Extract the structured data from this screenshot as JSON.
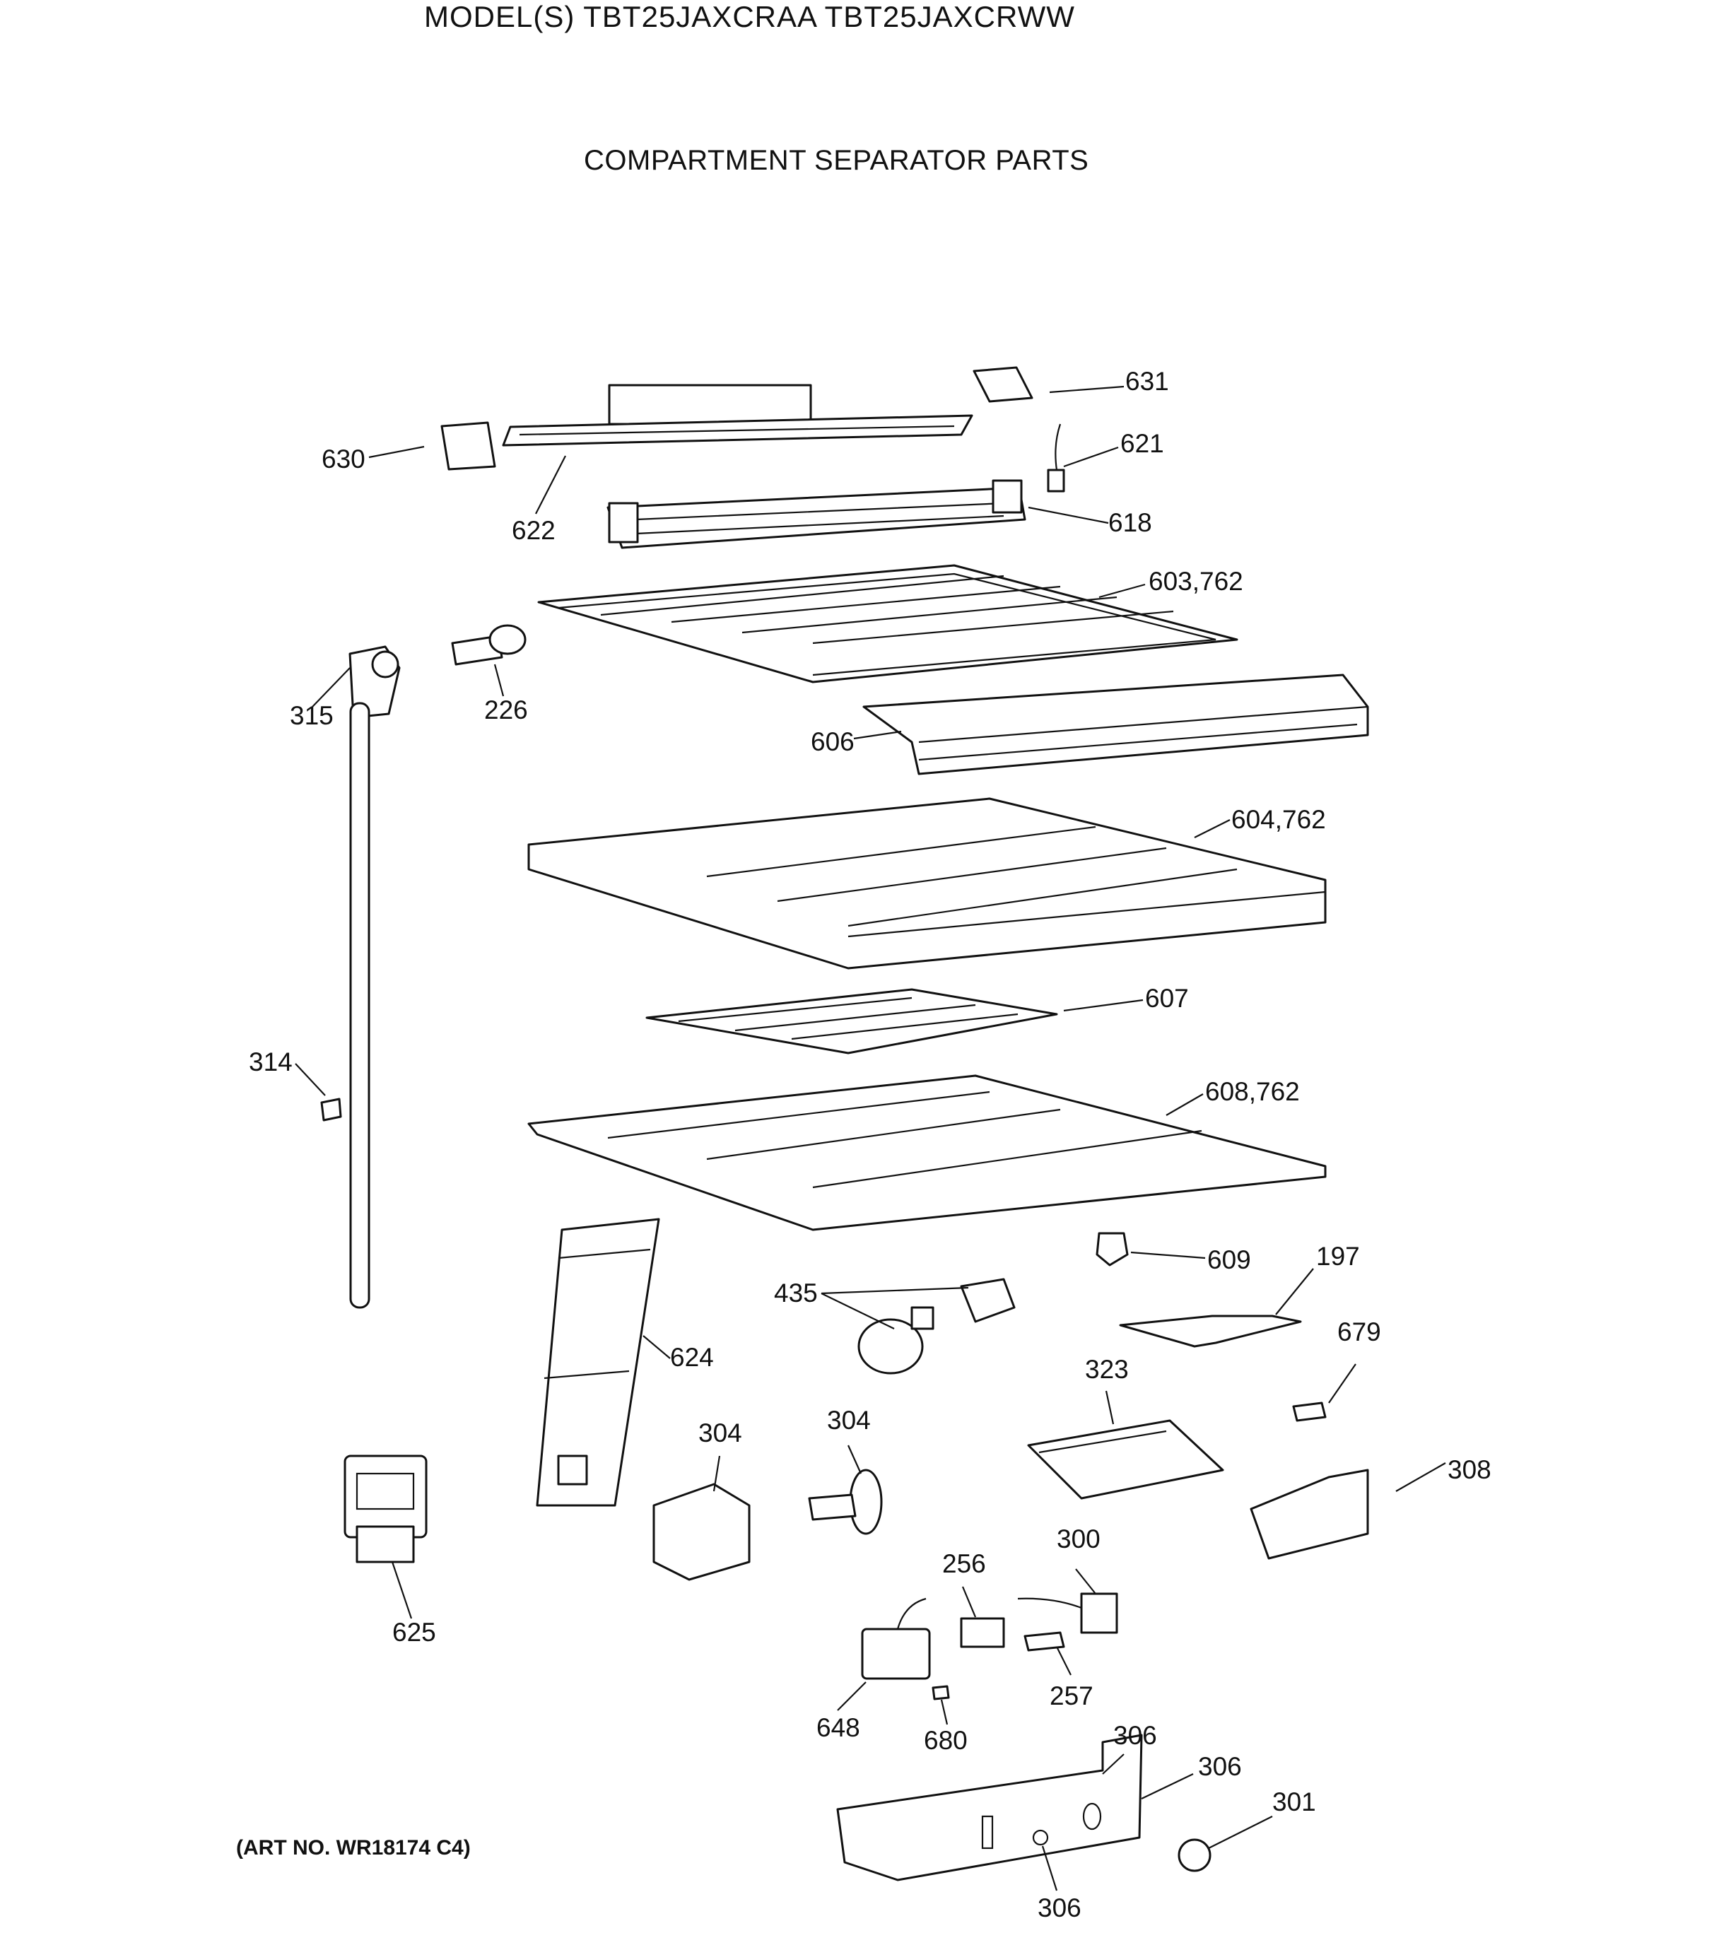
{
  "header": {
    "models": "MODEL(S) TBT25JAXCRAA  TBT25JAXCRWW",
    "section": "COMPARTMENT SEPARATOR PARTS"
  },
  "footer": {
    "art_number": "(ART NO. WR18174 C4)"
  },
  "callouts": [
    "631",
    "630",
    "621",
    "622",
    "618",
    "603,762",
    "315",
    "226",
    "606",
    "604,762",
    "607",
    "314",
    "608,762",
    "609",
    "197",
    "435",
    "624",
    "679",
    "323",
    "304",
    "304",
    "308",
    "300",
    "256",
    "625",
    "257",
    "648",
    "680",
    "306",
    "306",
    "301",
    "306"
  ]
}
